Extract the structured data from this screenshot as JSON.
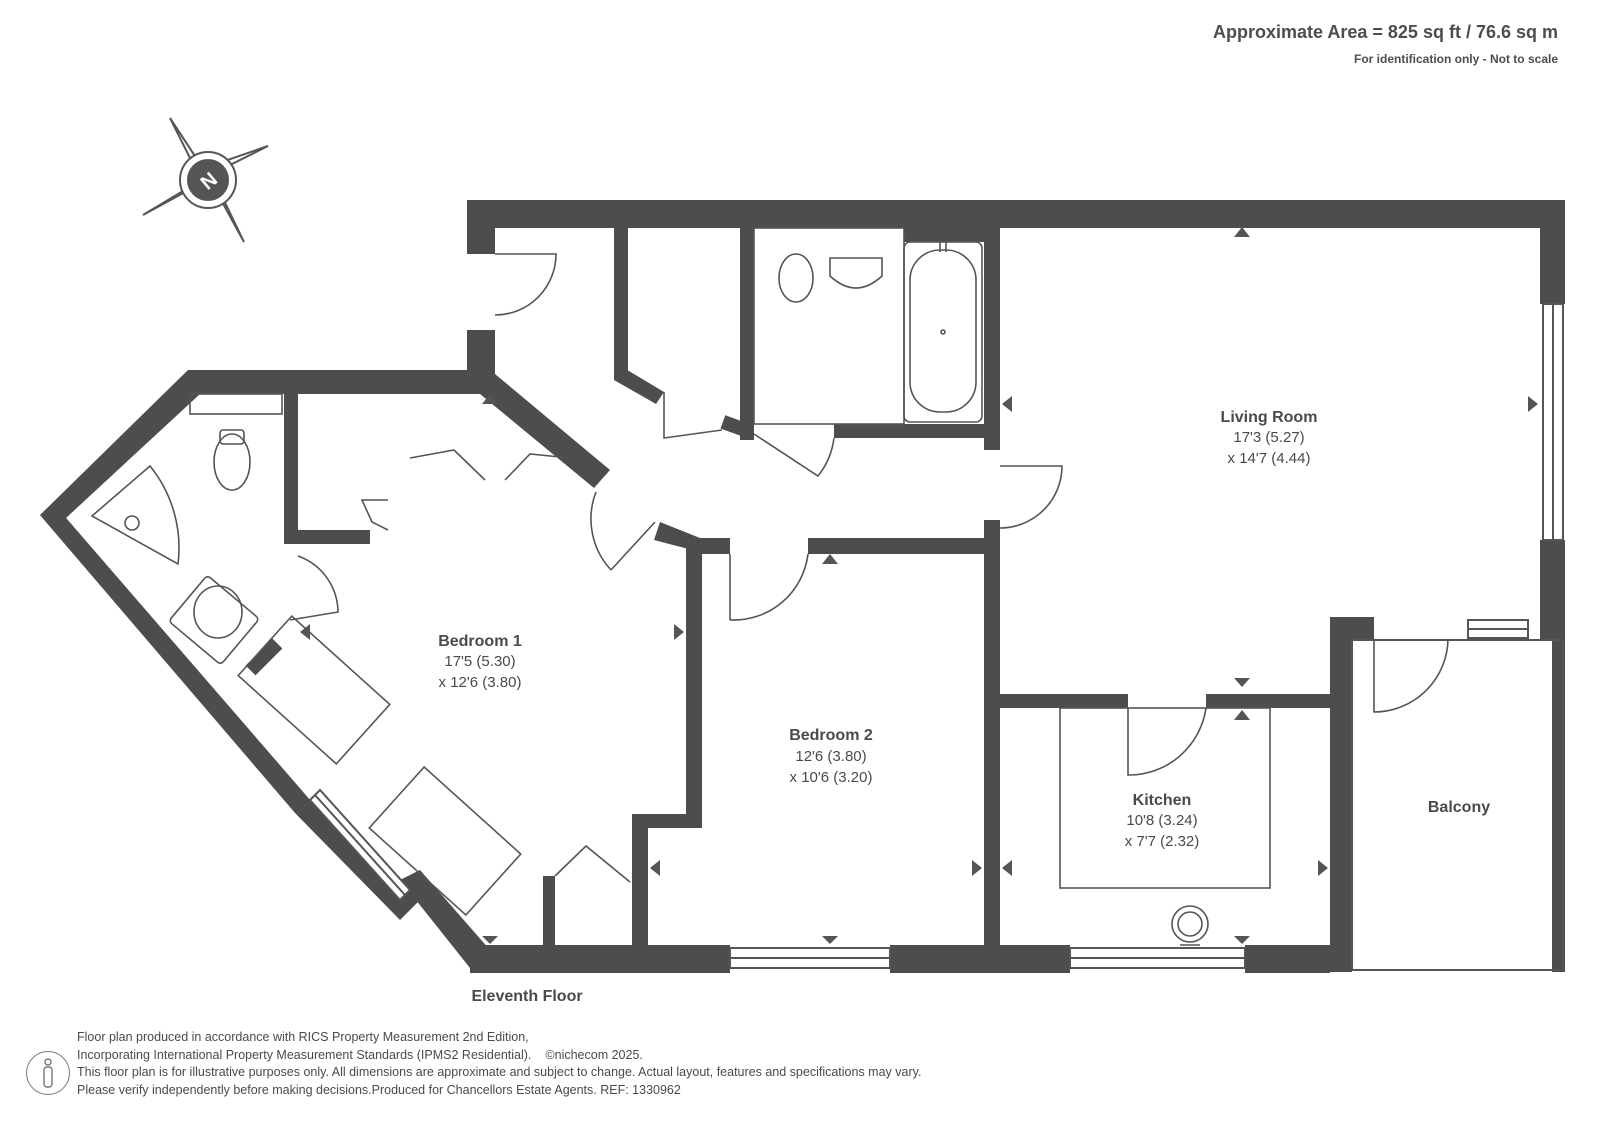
{
  "header": {
    "area": "Approximate Area = 825 sq ft / 76.6 sq m",
    "note": "For identification only - Not to scale"
  },
  "compass": {
    "letter": "N",
    "icon": "north-compass-icon"
  },
  "rooms": {
    "living": {
      "name": "Living Room",
      "dim1": "17'3 (5.27)",
      "dim2": "x 14'7 (4.44)"
    },
    "bedroom1": {
      "name": "Bedroom 1",
      "dim1": "17'5 (5.30)",
      "dim2": "x 12'6 (3.80)"
    },
    "bedroom2": {
      "name": "Bedroom 2",
      "dim1": "12'6 (3.80)",
      "dim2": "x 10'6 (3.20)"
    },
    "kitchen": {
      "name": "Kitchen",
      "dim1": "10'8 (3.24)",
      "dim2": "x 7'7 (2.32)"
    },
    "balcony": {
      "name": "Balcony"
    }
  },
  "floor_label": "Eleventh Floor",
  "footer": {
    "line1": "Floor plan produced in accordance with RICS Property Measurement 2nd Edition,",
    "line2": "Incorporating International Property Measurement Standards (IPMS2 Residential).",
    "copyright": "©nichecom 2025.",
    "line3": "This floor plan is for illustrative purposes only. All dimensions are approximate and subject to change. Actual layout, features and specifications may vary.",
    "line4": "Please verify independently before making decisions.Produced for Chancellors Estate Agents.    REF:  1330962"
  },
  "colors": {
    "wall": "#4d4d4d",
    "line": "#555555",
    "text": "#4a4a4a"
  }
}
